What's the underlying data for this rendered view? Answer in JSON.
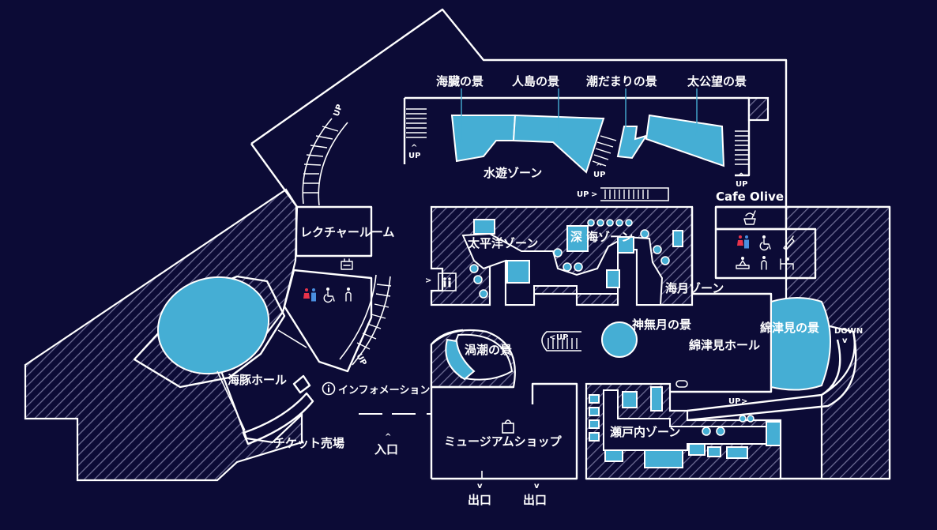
{
  "exhibits": {
    "kaiso": "海臓の景",
    "hitojima": "人島の景",
    "shiodamari": "潮だまりの景",
    "taikobo": "太公望の景",
    "kannazuki": "神無月の景",
    "uzushio": "渦潮の景",
    "watatsumi": "綿津見の景"
  },
  "zones": {
    "suiyu": "水遊ゾーン",
    "taiheiyo": "太平洋ゾーン",
    "shinkai_1": "深",
    "shinkai_2": "海ゾーン",
    "kaigetsu": "海月ゾーン",
    "setouchi": "瀬戸内ゾーン"
  },
  "rooms": {
    "lecture": "レクチャールーム",
    "dolphin_hall": "海豚ホール",
    "watatsumi_hall": "綿津見ホール",
    "museum_shop": "ミュージアムショップ",
    "ticket": "チケット売場",
    "information": "インフォメーション",
    "cafe": "Cafe Olive"
  },
  "access": {
    "entrance": "入口",
    "exit": "出口",
    "up": "UP",
    "down": "DOWN"
  },
  "colors": {
    "background": "#0c0b36",
    "water": "#45aed4",
    "line": "#ffffff",
    "female": "#e8334a",
    "male": "#4a8fe0"
  },
  "icons": [
    "restroom-icon",
    "accessible-icon",
    "baby-care-icon",
    "nursing-room-icon",
    "diaper-change-icon",
    "elevator-icon",
    "cafe-icon",
    "information-icon",
    "locker-icon",
    "shopping-bag-icon"
  ]
}
